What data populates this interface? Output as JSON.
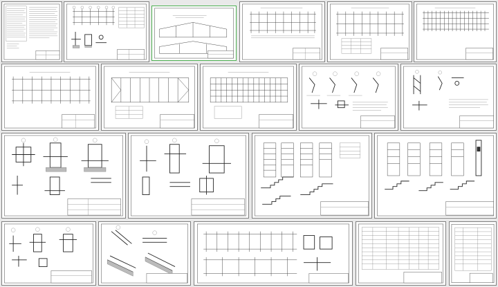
{
  "title": "",
  "sheets": [
    {
      "id": "s01",
      "kind": "notes"
    },
    {
      "id": "s02",
      "kind": "frame-plan"
    },
    {
      "id": "s03",
      "kind": "elevation"
    },
    {
      "id": "s04",
      "kind": "elevation-long"
    },
    {
      "id": "s05",
      "kind": "plan-grid"
    },
    {
      "id": "s06",
      "kind": "plan-grid-dense"
    },
    {
      "id": "s07",
      "kind": "plan-grid"
    },
    {
      "id": "s08",
      "kind": "plan-bracing"
    },
    {
      "id": "s09",
      "kind": "plan-dense"
    },
    {
      "id": "s10",
      "kind": "truss-details"
    },
    {
      "id": "s11",
      "kind": "truss-details-2"
    },
    {
      "id": "s12",
      "kind": "node-details"
    },
    {
      "id": "s13",
      "kind": "node-details-2"
    },
    {
      "id": "s14",
      "kind": "stairs"
    },
    {
      "id": "s15",
      "kind": "stairs-2"
    },
    {
      "id": "s16",
      "kind": "node-details-3"
    },
    {
      "id": "s17",
      "kind": "node-details-4"
    },
    {
      "id": "s18",
      "kind": "sections-long"
    },
    {
      "id": "s19",
      "kind": "spec-table"
    },
    {
      "id": "s20",
      "kind": "spec-table-2"
    }
  ],
  "selected_sheet": "s03",
  "colors": {
    "background": "#e9e9e9",
    "sheet": "#ffffff",
    "border": "#7f7f7f",
    "selected_border": "#4caf50",
    "ink": "#444444"
  }
}
